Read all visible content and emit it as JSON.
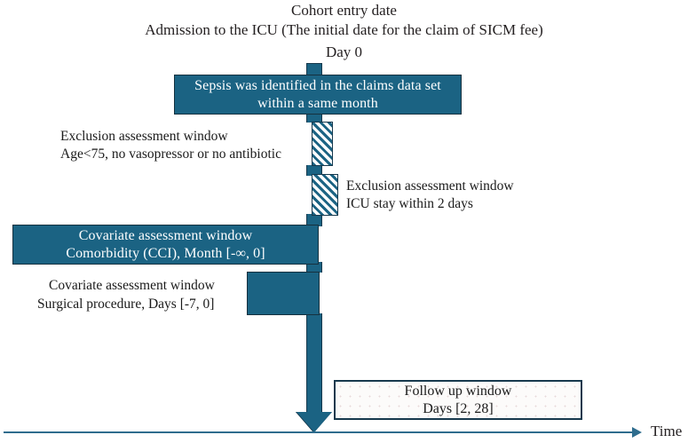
{
  "figure": {
    "type": "study-design-timeline",
    "header": {
      "line1": "Cohort entry date",
      "line2": "Admission to the ICU (The initial date for the claim of SICM fee)",
      "line3": "Day 0"
    },
    "axis": {
      "label": "Time",
      "direction": "left-to-right"
    },
    "boxes": {
      "sepsis": {
        "line1": "Sepsis was identified in the claims data set",
        "line2": "within a same month",
        "style": "filled",
        "color": "#1b6383"
      },
      "exclusion_age": {
        "line1": "Exclusion assessment window",
        "line2": "Age<75, no vasopressor or no antibiotic",
        "style": "hatched",
        "color": "#1b6383"
      },
      "exclusion_icu": {
        "line1": "Exclusion assessment window",
        "line2": "ICU stay within 2 days",
        "style": "hatched",
        "color": "#1b6383"
      },
      "covariate_cci": {
        "line1": "Covariate assessment window",
        "line2": "Comorbidity (CCI), Month [-∞, 0]",
        "style": "filled",
        "color": "#1b6383"
      },
      "covariate_surgery": {
        "line1": "Covariate assessment window",
        "line2": "Surgical procedure, Days [-7, 0]",
        "style": "filled",
        "color": "#1b6383"
      },
      "followup": {
        "line1": "Follow up window",
        "line2": "Days [2, 28]",
        "style": "dotted",
        "color": "#fcfbfa"
      }
    }
  }
}
